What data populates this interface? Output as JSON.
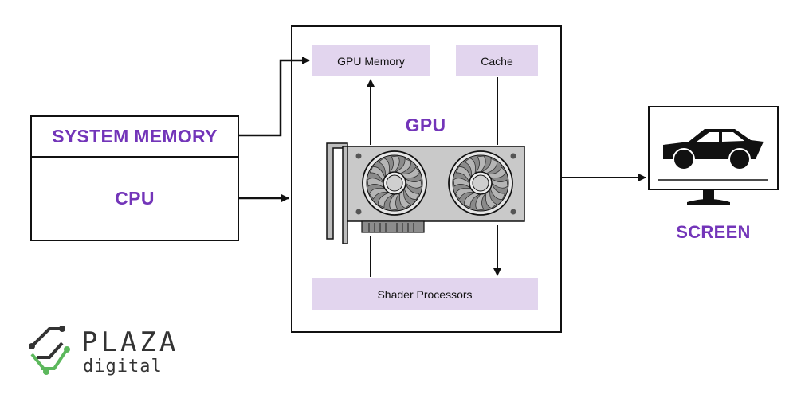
{
  "system_memory": {
    "label": "SYSTEM MEMORY"
  },
  "cpu": {
    "label": "CPU"
  },
  "gpu": {
    "label": "GPU",
    "memory_label": "GPU Memory",
    "cache_label": "Cache",
    "shader_label": "Shader Processors"
  },
  "screen": {
    "label": "SCREEN"
  },
  "logo": {
    "name": "PLAZA",
    "tagline": "digital"
  },
  "colors": {
    "accent_purple": "#7335b9",
    "box_lavender": "#e2d5ee",
    "card_gray": "#c9c9c9",
    "fan_gray": "#8a8a8a",
    "logo_green": "#5cb85c"
  },
  "icons": [
    "graphics-card-icon",
    "monitor-icon",
    "car-icon",
    "plaza-logo-icon"
  ]
}
